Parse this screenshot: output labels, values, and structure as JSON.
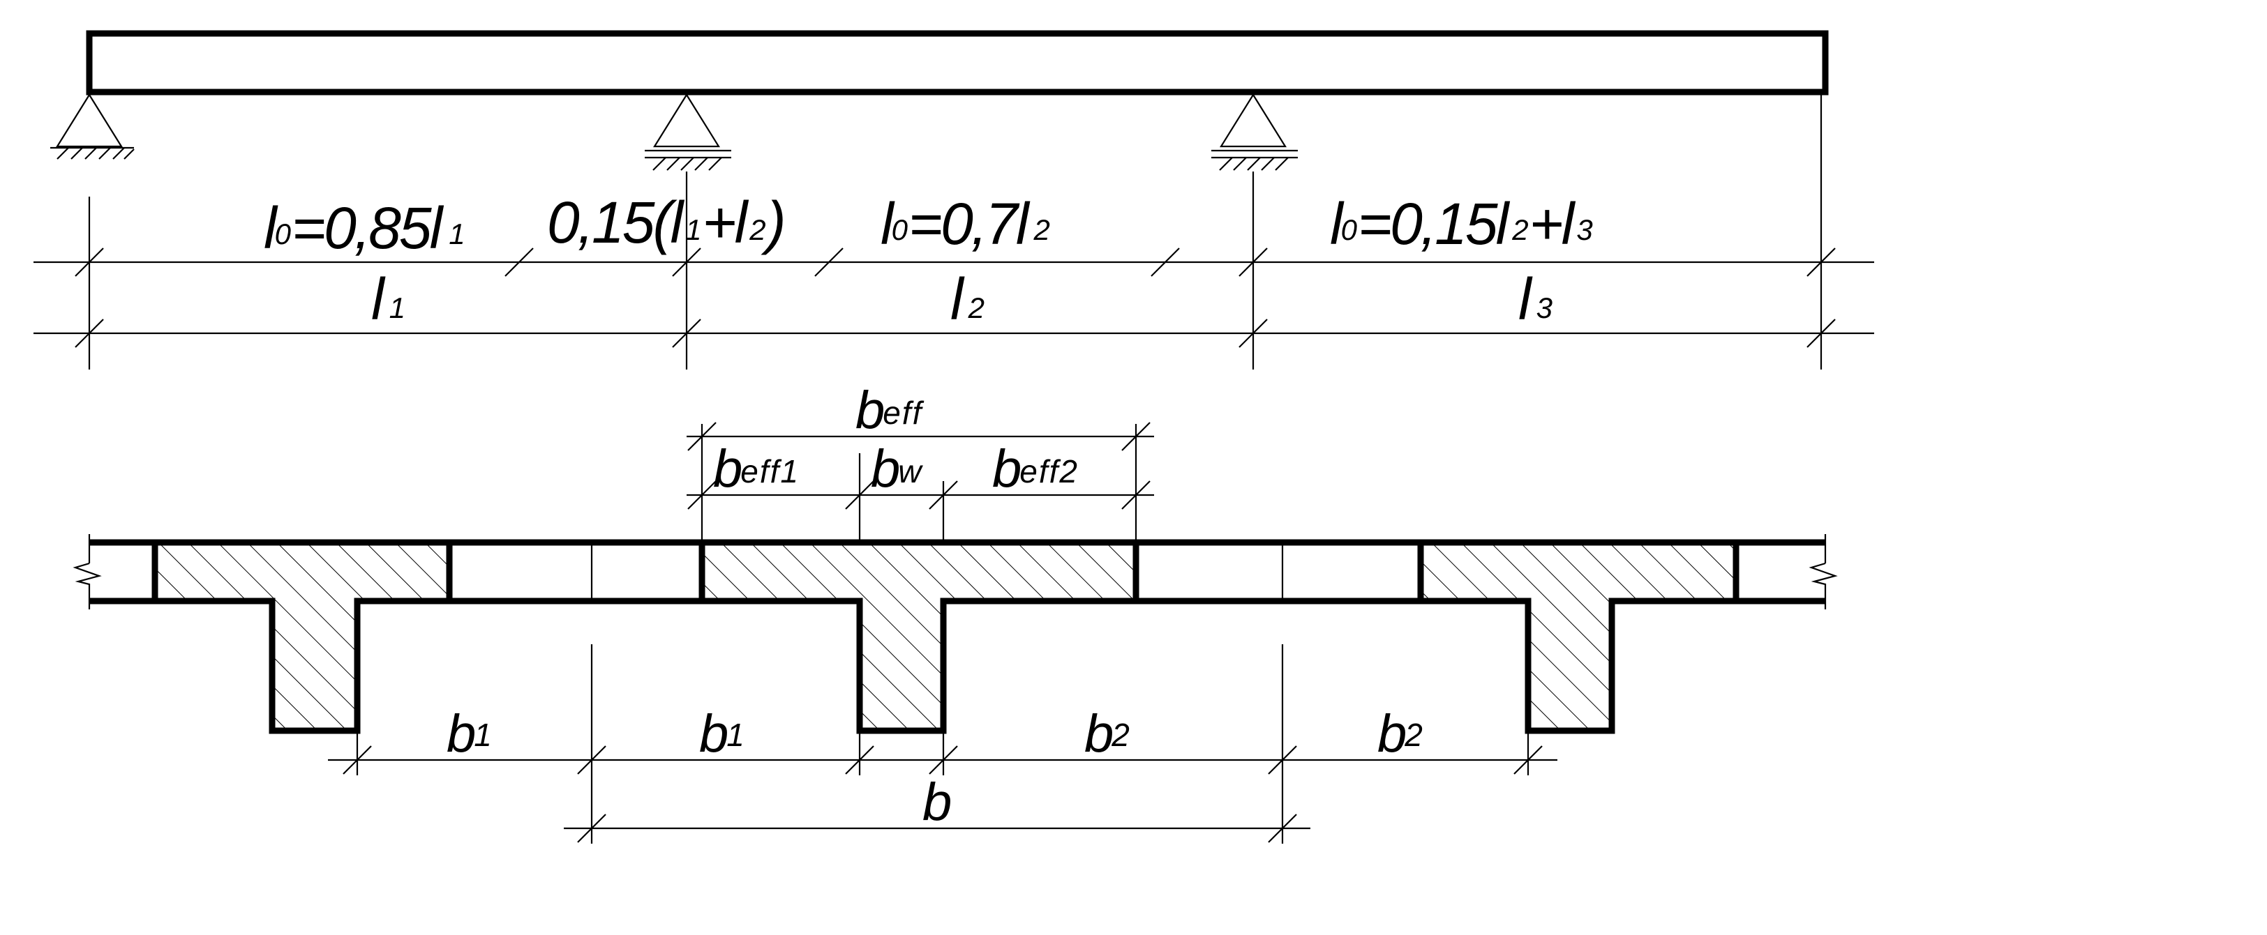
{
  "beam": {
    "span1_effective": [
      "l",
      "0",
      "=0,85",
      "l",
      "1"
    ],
    "support_region": [
      "0,15(",
      "l",
      "1",
      "+",
      "l",
      "2",
      ")"
    ],
    "span2_effective": [
      "l",
      "0",
      "=0,7",
      "l",
      "2"
    ],
    "span3_effective": [
      "l",
      "0",
      "=0,15",
      "l",
      "2",
      "+",
      "l",
      "3"
    ],
    "spans": [
      {
        "main": "l",
        "sub": "1"
      },
      {
        "main": "l",
        "sub": "2"
      },
      {
        "main": "l",
        "sub": "3"
      }
    ]
  },
  "section": {
    "beff": {
      "main": "b",
      "sub": "eff"
    },
    "beff1": {
      "main": "b",
      "sub": "eff1"
    },
    "bw": {
      "main": "b",
      "sub": "w"
    },
    "beff2": {
      "main": "b",
      "sub": "eff2"
    },
    "b1_left": {
      "main": "b",
      "sub": "1"
    },
    "b1_right": {
      "main": "b",
      "sub": "1"
    },
    "b2_left": {
      "main": "b",
      "sub": "2"
    },
    "b2_right": {
      "main": "b",
      "sub": "2"
    },
    "b": "b"
  },
  "colors": {
    "line": "#000000",
    "background": "#ffffff"
  }
}
